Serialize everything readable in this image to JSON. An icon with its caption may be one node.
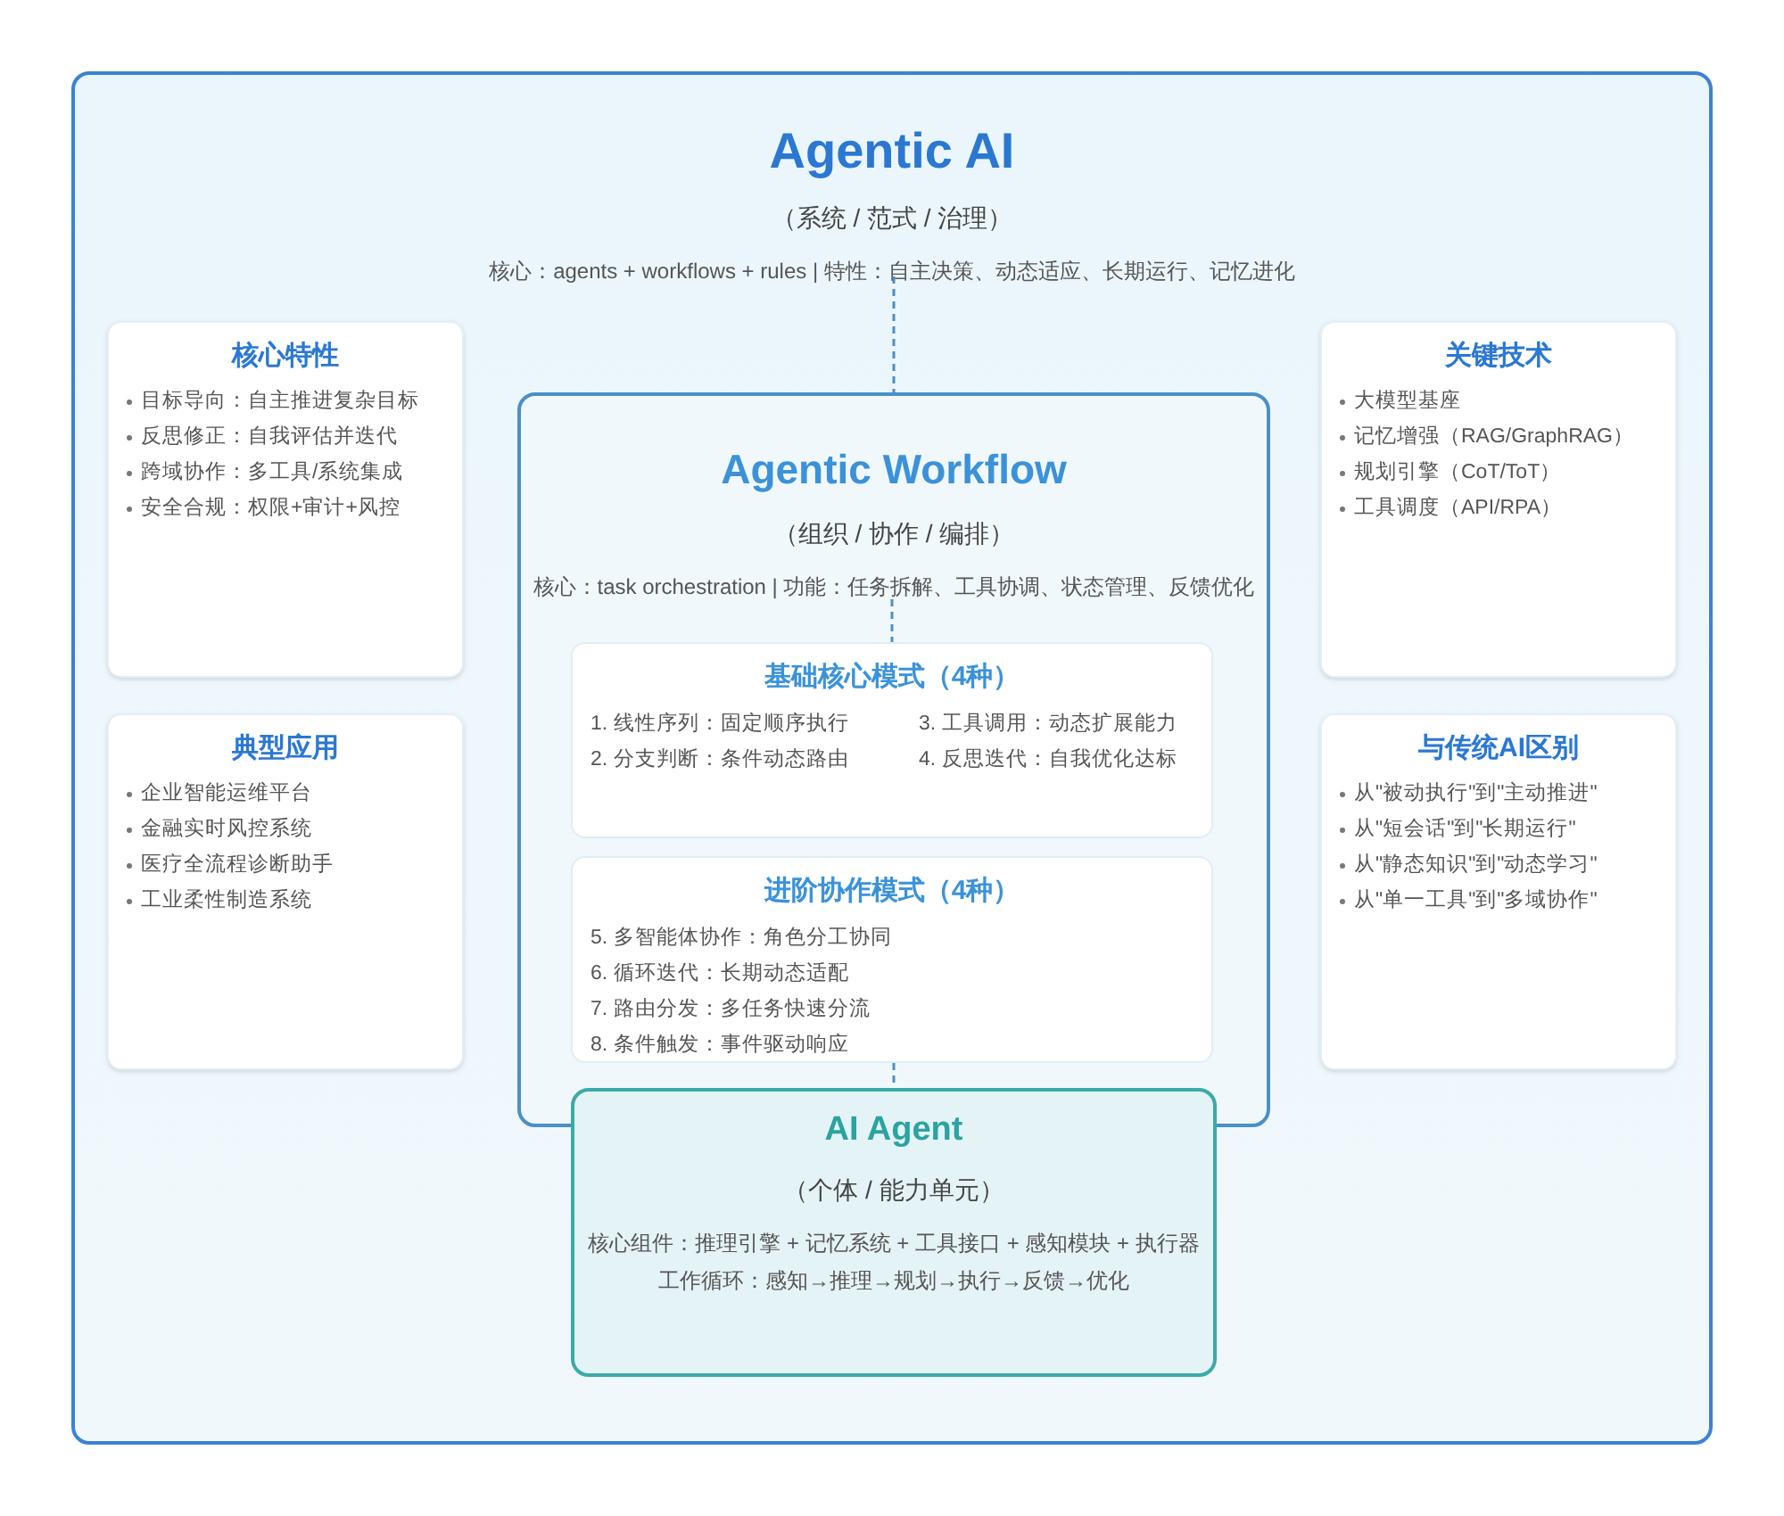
{
  "diagram": {
    "nodes": [
      {
        "text": [],
        "shape": "box"
      },
      {
        "text": [
          "Agentic AI",
          "（系统 / 范式 / 治理）",
          "核心：agents + workflows + rules | 特性：自主决策、动态适应、长期运行、记忆进化"
        ],
        "in": 0
      },
      {
        "text": [
          "核心特性",
          "目标导向：自主推进复杂目标",
          "反思修正：自我评估并迭代",
          "跨域协作：多工具/系统集成",
          "安全合规：权限+审计+风控"
        ],
        "in": 0
      },
      {
        "text": [
          "典型应用",
          "企业智能运维平台",
          "金融实时风控系统",
          "医疗全流程诊断助手",
          "工业柔性制造系统"
        ],
        "in": 0
      },
      {
        "text": [],
        "shape": "box",
        "in": 0
      },
      {
        "text": [
          "Agentic Workflow",
          "（组织 / 协作 / 编排）",
          "核心：task orchestration | 功能：任务拆解、工具协调、状态管理、反馈优化"
        ],
        "in": 4
      },
      {
        "text": [
          "基础核心模式（4种）",
          "1. 线性序列：固定顺序执行",
          "2. 分支判断：条件动态路由",
          "3. 工具调用：动态扩展能力",
          "4. 反思迭代：自我优化达标"
        ],
        "in": 4
      },
      {
        "text": [
          "进阶协作模式（4种）",
          "5. 多智能体协作：角色分工协同",
          "6. 循环迭代：长期动态适配",
          "7. 路由分发：多任务快速分流",
          "8. 条件触发：事件驱动响应"
        ],
        "in": 4
      },
      {
        "text": [
          "关键技术",
          "大模型基座",
          "记忆增强（RAG/GraphRAG）",
          "规划引擎（CoT/ToT）",
          "工具调度（API/RPA）"
        ],
        "in": 0
      },
      {
        "text": [
          "与传统AI区别",
          "从\"被动执行\"到\"主动推进\"",
          "从\"短会话\"到\"长期运行\"",
          "从\"静态知识\"到\"动态学习\"",
          "从\"单一工具\"到\"多域协作\""
        ],
        "in": 0
      },
      {
        "text": [
          "AI Agent",
          "（个体 / 能力单元）",
          "核心组件：推理引擎 + 记忆系统 + 工具接口 + 感知模块 + 执行器",
          "工作循环：感知→推理→规划→执行→反馈→优化"
        ],
        "in": 0
      }
    ],
    "edges": [
      {
        "from": 1,
        "to": 4,
        "arrow": "none",
        "style": "dashed"
      },
      {
        "from": 5,
        "to": 6,
        "arrow": "none",
        "style": "dashed"
      },
      {
        "from": 7,
        "to": 10,
        "arrow": "none",
        "style": "dashed"
      }
    ]
  }
}
